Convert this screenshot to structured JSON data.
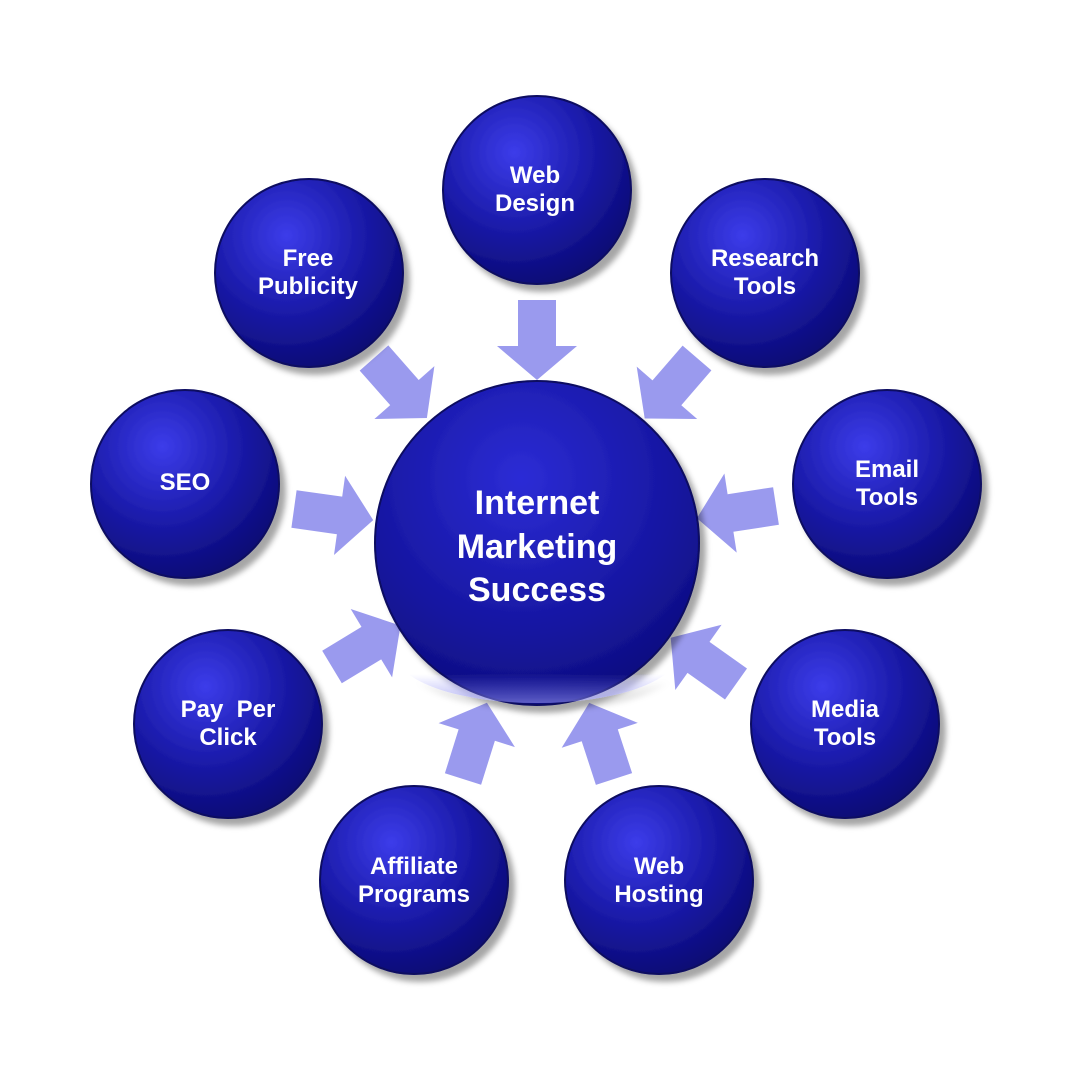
{
  "center": {
    "lines": [
      "Internet",
      "Marketing",
      "Success"
    ]
  },
  "nodes": [
    {
      "id": "web-design",
      "lines": [
        "Web",
        "Design"
      ]
    },
    {
      "id": "research-tools",
      "lines": [
        "Research",
        "Tools"
      ]
    },
    {
      "id": "email-tools",
      "lines": [
        "Email",
        "Tools"
      ]
    },
    {
      "id": "media-tools",
      "lines": [
        "Media",
        "Tools"
      ]
    },
    {
      "id": "web-hosting",
      "lines": [
        "Web",
        "Hosting"
      ]
    },
    {
      "id": "affiliate-programs",
      "lines": [
        "Affiliate",
        "Programs"
      ]
    },
    {
      "id": "pay-per-click",
      "lines": [
        "Pay  Per",
        "Click"
      ]
    },
    {
      "id": "seo",
      "lines": [
        "SEO"
      ]
    },
    {
      "id": "free-publicity",
      "lines": [
        "Free",
        "Publicity"
      ]
    }
  ],
  "colors": {
    "node_light": "#3a3ae6",
    "node_dark": "#0b0b7a",
    "node_outline": "#080860",
    "arrow": "#9a9aee",
    "label": "#ffffff"
  }
}
